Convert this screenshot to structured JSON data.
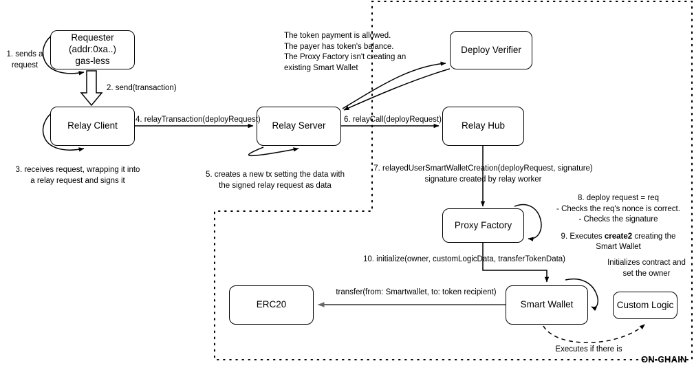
{
  "diagram": {
    "title": "ON-CHAIN",
    "boundary_label": "ON-CHAIN",
    "stroke_color": "#000000",
    "gray_arrow_color": "#666666",
    "background": "#ffffff"
  },
  "nodes": {
    "requester": {
      "label": "Requester\n(addr:0xa..)\ngas-less"
    },
    "relay_client": {
      "label": "Relay Client"
    },
    "relay_server": {
      "label": "Relay Server"
    },
    "relay_hub": {
      "label": "Relay Hub"
    },
    "deploy_verifier": {
      "label": "Deploy Verifier"
    },
    "proxy_factory": {
      "label": "Proxy Factory"
    },
    "erc20": {
      "label": "ERC20"
    },
    "smart_wallet": {
      "label": "Smart Wallet"
    },
    "custom_logic": {
      "label": "Custom Logic"
    }
  },
  "labels": {
    "step1": "1. sends a\nrequest",
    "step2": "2. send(transaction)",
    "step3": "3. receives request, wrapping it into\na relay request and signs it",
    "step4": "4. relayTransaction(deployRequest)",
    "step5": "5. creates a new tx setting the data with\nthe signed relay request as data",
    "step6": "6. relayCall(deployRequest)",
    "step7": "7. relayedUserSmartWalletCreation(deployRequest, signature)\nsignature created by relay worker",
    "step8": "8. deploy request = req\n- Checks the req's nonce is correct.\n- Checks the signature",
    "step9_pre": "9. Executes ",
    "step9_bold": "create2",
    "step9_post": " creating the\nSmart Wallet",
    "step10": "10. initialize(owner, customLogicData, transferTokenData)",
    "verifier_note": "The token payment is allowed.\nThe payer has token's balance.\nThe Proxy Factory isn't creating an\nexisting Smart Wallet",
    "transfer_note": "transfer(from: Smartwallet, to: token recipient)",
    "initializes_note": "Initializes contract and\nset the owner",
    "executes_note": "Executes if there is"
  }
}
